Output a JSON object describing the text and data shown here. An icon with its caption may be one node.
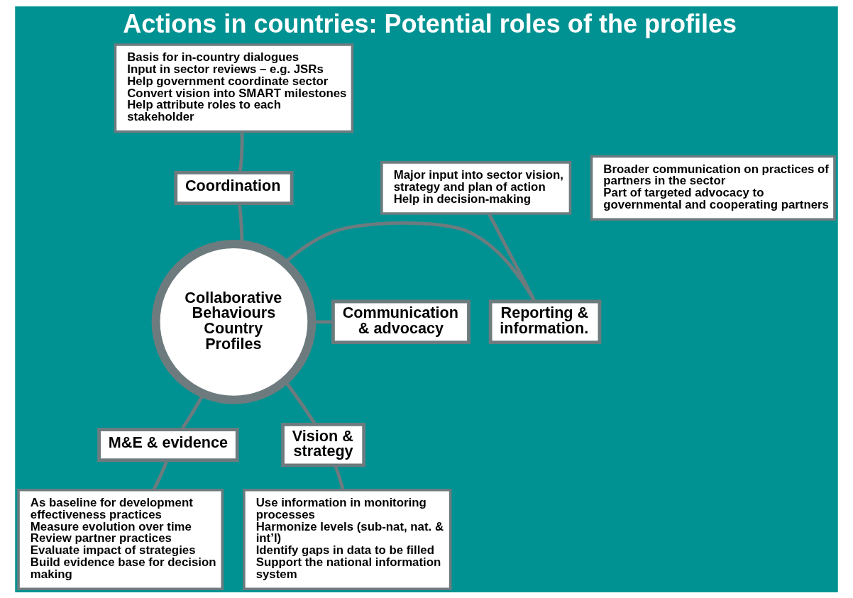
{
  "diagram": {
    "title": "Actions in countries: Potential roles of the profiles",
    "nodes": [
      {
        "text": [
          "Basis for in-country dialogues",
          "Input in sector reviews – e.g. JSRs",
          "Help government coordinate sector",
          "Convert vision into SMART milestones",
          "Help attribute roles to each stakeholder"
        ]
      },
      {
        "text": [
          "Major input into sector vision, strategy and plan of action",
          "Help in decision-making"
        ]
      },
      {
        "text": [
          "Coordination"
        ]
      },
      {
        "text": [
          "Broader communication on practices of partners in the sector",
          "Part of targeted advocacy to governmental and cooperating partners"
        ]
      },
      {
        "text": [
          "Communication & advocacy"
        ]
      },
      {
        "text": [
          "Reporting & information."
        ]
      },
      {
        "text": [
          "Collaborative Behaviours Country Profiles"
        ]
      },
      {
        "text": [
          "M&E & evidence"
        ]
      },
      {
        "text": [
          "Vision & strategy"
        ]
      },
      {
        "text": [
          "Use information in monitoring processes",
          "Harmonize levels (sub-nat, nat. & int’l)",
          "Identify gaps in data to be filled",
          "Support the national information system"
        ]
      },
      {
        "text": [
          "As baseline for development effectiveness practices",
          "Measure evolution over time",
          "Review partner practices",
          "Evaluate impact of strategies",
          "Build evidence base for decision making"
        ]
      }
    ],
    "edges": [
      {
        "from": 2,
        "to": 0,
        "arrow": "none"
      },
      {
        "from": 6,
        "to": 2,
        "arrow": "none"
      },
      {
        "from": 6,
        "to": 4,
        "arrow": "none"
      },
      {
        "from": 6,
        "to": 5,
        "arrow": "none"
      },
      {
        "from": 5,
        "to": 1,
        "arrow": "none"
      },
      {
        "from": 6,
        "to": 7,
        "arrow": "none"
      },
      {
        "from": 6,
        "to": 8,
        "arrow": "none"
      },
      {
        "from": 7,
        "to": 10,
        "arrow": "none"
      },
      {
        "from": 8,
        "to": 9,
        "arrow": "none"
      }
    ]
  }
}
